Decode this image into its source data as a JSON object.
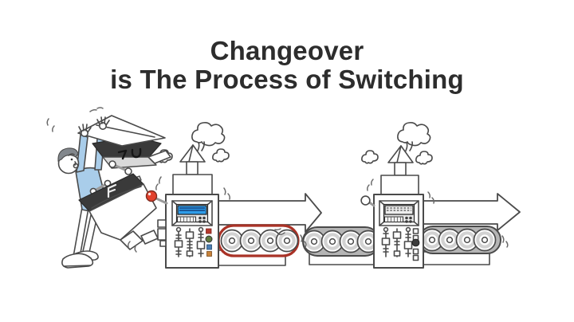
{
  "title": {
    "line1": "Changeover",
    "line2": "is The Process of Switching"
  },
  "colors": {
    "title-text": "#2d2d2d",
    "outline": "#4a4a4a",
    "shirt-blue": "#a9cdea",
    "screen-blue": "#2f9ce8",
    "highlight-red": "#a93226",
    "knob-red": "#e2402c",
    "conveyor-gray": "#b5b5b5",
    "btn-red": "#b53a2e",
    "btn-green": "#5f7a3f",
    "btn-blue": "#4a7fb5",
    "btn-orange": "#c8833a"
  },
  "illustration": {
    "elements": [
      "worker-figure",
      "flying-box",
      "flying-tools",
      "removed-hopper-part",
      "red-knob-lever",
      "machine-1",
      "machine-2",
      "conveyor-left-highlighted",
      "conveyor-middle",
      "conveyor-right",
      "process-arrow-left",
      "process-arrow-right",
      "smoke-clouds",
      "changeover-highlight-ring"
    ]
  }
}
